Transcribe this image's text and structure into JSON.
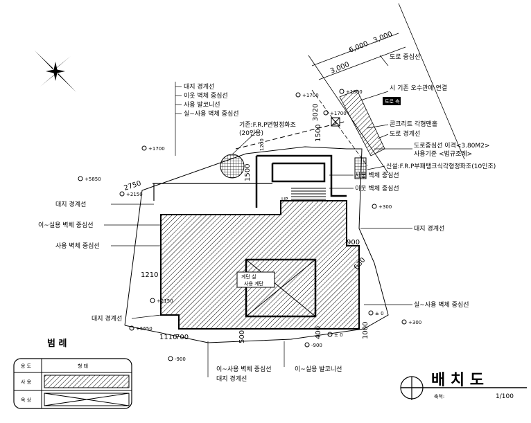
{
  "title": {
    "main": "배 치 도",
    "scale_label": "축척:",
    "scale": "1/100"
  },
  "legend": {
    "title": "범 례",
    "headers": [
      "용 도",
      "형 태"
    ],
    "rows": [
      "사 용",
      "옥 상"
    ]
  },
  "annotations": {
    "top_list": [
      "대지 경계선",
      "이웃 벽체 중심선",
      "사용 발코니선",
      "실~사용 벽체 중심선"
    ],
    "tank1": "기존:F.R.P변형정화조",
    "tank1_sub": "(20인용)",
    "road_center": "도로 중심선",
    "existing_sewer": "시 기존 오수관에 연결",
    "concrete_retaining": "콘크리트 각형맨홀",
    "road_boundary": "도로 경계선",
    "setback_line1": "도로중심선 이격<3.80M2>",
    "setback_line2": "사용기준 <법규조례>",
    "tank2": "신설:F.R.P부패탱크식각형정화조(10인조)",
    "right_wall1": "사용 벽체 중심선",
    "right_wall2": "이웃 벽체 중심선",
    "right_boundary": "대지 경계선",
    "right_inner_wall": "실~사용 벽체 중심선",
    "left_boundary": "대지 경계선",
    "left_inner_wall": "이~실용 벽체 중심선",
    "left_use_wall": "사용 벽체 중심선",
    "bottom_left_boundary": "대지 경계선",
    "bottom_wall": "이~사용 벽체 중심선",
    "bottom_balcony": "이~실용 발코니선",
    "bottom_boundary": "대지 경계선",
    "room_box1": "계단 실",
    "room_box2": "사용 계단",
    "road_tag": "도로 측",
    "stair_tag": "UP"
  },
  "dimensions": {
    "top_total": "6,000",
    "top_left": "3,000",
    "top_right": "3,000",
    "d3020": "3020",
    "d1500a": "1500",
    "d1500b": "1500",
    "d1200": "1200",
    "d2750": "2750",
    "d900": "900",
    "d630": "630",
    "d1210": "1210",
    "d1110": "1110",
    "d700": "700",
    "d500": "500",
    "d400": "400",
    "d1000": "1000"
  },
  "elevations": {
    "e1700a": "+1700",
    "e1800": "+1800",
    "e1700b": "+1700",
    "e1700c": "+1700",
    "e5850": "+5850",
    "e2150a": "+2150",
    "e300a": "+300",
    "e2150b": "+2150",
    "e5650": "+5650",
    "e0a": "± 0",
    "e300b": "+300",
    "e0b": "± 0",
    "e900a": "-900",
    "e900b": "-900"
  }
}
